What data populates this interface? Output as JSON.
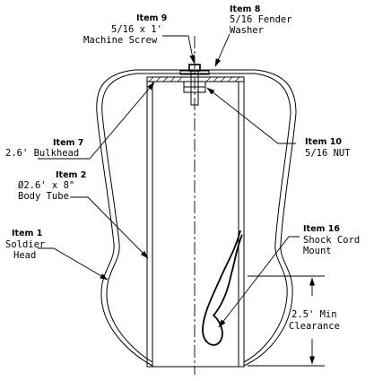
{
  "callouts": {
    "item9": {
      "title": "Item 9",
      "lines": [
        "5/16 x 1'",
        "Machine Screw"
      ]
    },
    "item8": {
      "title": "Item 8",
      "lines": [
        "5/16 Fender",
        "Washer"
      ]
    },
    "item7": {
      "title": "Item 7",
      "lines": [
        "2.6' Bulkhead"
      ]
    },
    "item10": {
      "title": "Item 10",
      "lines": [
        "5/16 NUT"
      ]
    },
    "item2": {
      "title": "Item 2",
      "lines": [
        "Ø2.6' x 8\"",
        "Body Tube"
      ]
    },
    "item1": {
      "title": "Item 1",
      "lines": [
        "Soldier",
        "Head"
      ]
    },
    "item16": {
      "title": "Item 16",
      "lines": [
        "Shock Cord",
        "Mount"
      ]
    }
  },
  "dimension": {
    "lines": [
      "2.5' Min",
      "Clearance"
    ]
  }
}
